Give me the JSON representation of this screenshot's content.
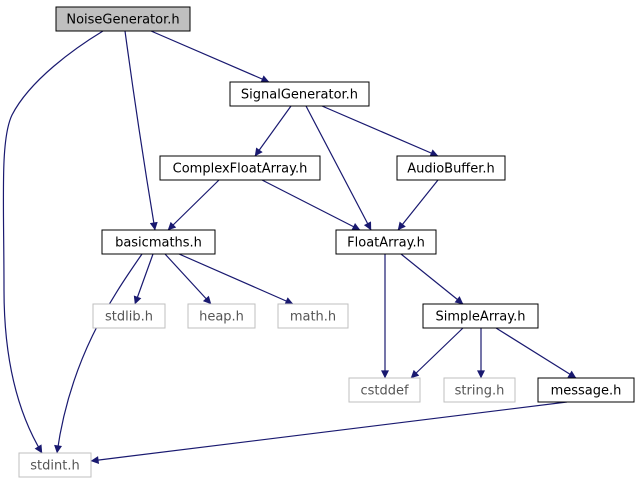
{
  "diagram": {
    "nodes": [
      {
        "id": "noise",
        "label": "NoiseGenerator.h",
        "style": "root"
      },
      {
        "id": "signal",
        "label": "SignalGenerator.h",
        "style": "normal"
      },
      {
        "id": "complex",
        "label": "ComplexFloatArray.h",
        "style": "normal"
      },
      {
        "id": "audio",
        "label": "AudioBuffer.h",
        "style": "normal"
      },
      {
        "id": "basicmaths",
        "label": "basicmaths.h",
        "style": "normal"
      },
      {
        "id": "floatarray",
        "label": "FloatArray.h",
        "style": "normal"
      },
      {
        "id": "stdlib",
        "label": "stdlib.h",
        "style": "external"
      },
      {
        "id": "heap",
        "label": "heap.h",
        "style": "external"
      },
      {
        "id": "math",
        "label": "math.h",
        "style": "external"
      },
      {
        "id": "simplearray",
        "label": "SimpleArray.h",
        "style": "normal"
      },
      {
        "id": "cstddef",
        "label": "cstddef",
        "style": "external"
      },
      {
        "id": "string",
        "label": "string.h",
        "style": "external"
      },
      {
        "id": "message",
        "label": "message.h",
        "style": "normal"
      },
      {
        "id": "stdint",
        "label": "stdint.h",
        "style": "external"
      }
    ],
    "edges": [
      {
        "from": "noise",
        "to": "signal"
      },
      {
        "from": "noise",
        "to": "basicmaths"
      },
      {
        "from": "noise",
        "to": "stdint"
      },
      {
        "from": "signal",
        "to": "complex"
      },
      {
        "from": "signal",
        "to": "floatarray"
      },
      {
        "from": "signal",
        "to": "audio"
      },
      {
        "from": "complex",
        "to": "basicmaths"
      },
      {
        "from": "complex",
        "to": "floatarray"
      },
      {
        "from": "audio",
        "to": "floatarray"
      },
      {
        "from": "basicmaths",
        "to": "stdlib"
      },
      {
        "from": "basicmaths",
        "to": "heap"
      },
      {
        "from": "basicmaths",
        "to": "math"
      },
      {
        "from": "basicmaths",
        "to": "stdint"
      },
      {
        "from": "floatarray",
        "to": "simplearray"
      },
      {
        "from": "floatarray",
        "to": "cstddef"
      },
      {
        "from": "simplearray",
        "to": "cstddef"
      },
      {
        "from": "simplearray",
        "to": "string"
      },
      {
        "from": "simplearray",
        "to": "message"
      },
      {
        "from": "message",
        "to": "stdint"
      }
    ],
    "colors": {
      "edge": "#191970",
      "root_fill": "#bfbfbf",
      "node_border": "#000000",
      "external_border": "#bfbfbf",
      "external_text": "#555555",
      "text": "#000000"
    }
  }
}
